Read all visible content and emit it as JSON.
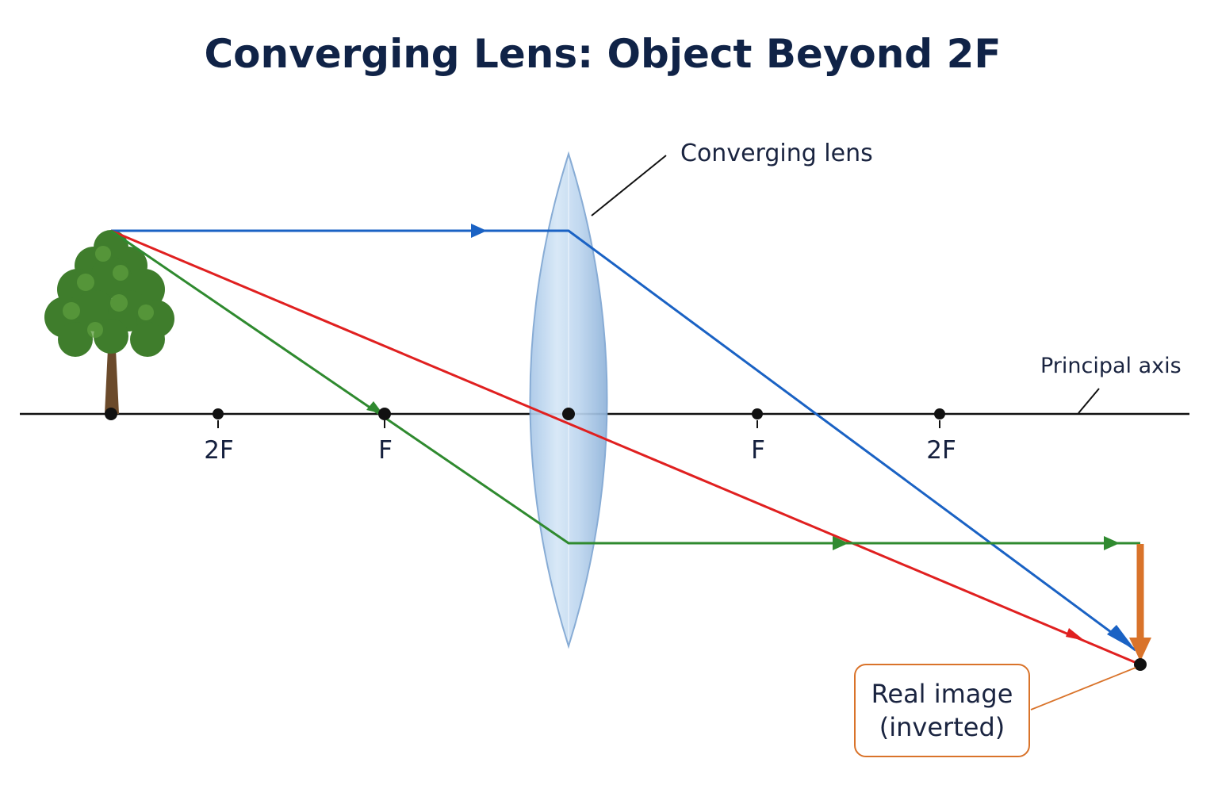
{
  "title": "Converging Lens: Object Beyond 2F",
  "labels": {
    "lens": "Converging lens",
    "axis": "Principal axis",
    "image_line1": "Real image",
    "image_line2": "(inverted)"
  },
  "points": {
    "left_2f": "2F",
    "left_f": "F",
    "right_f": "F",
    "right_2f": "2F"
  },
  "colors": {
    "parallel_ray": "#1a62c4",
    "center_ray": "#e02020",
    "focal_ray": "#2f8a2f",
    "image_arrow": "#d9732a",
    "callout_border": "#d9732a",
    "title": "#102347",
    "lens_fill": "#bcd5ee",
    "axis": "#111111"
  },
  "icons": {
    "object": "tree-icon",
    "image": "inverted-arrow-icon"
  }
}
